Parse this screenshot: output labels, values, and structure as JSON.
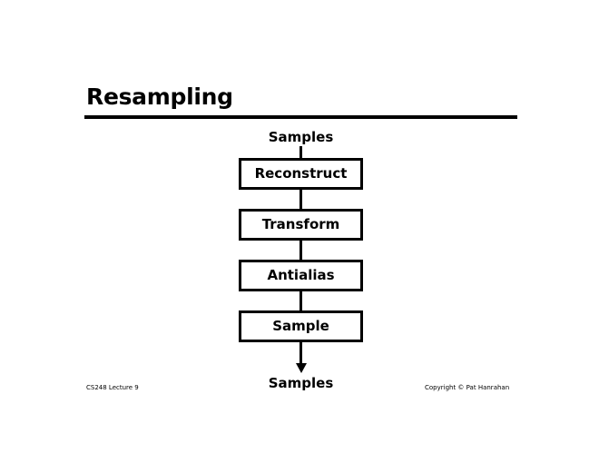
{
  "slide": {
    "title": "Resampling",
    "accent_color": "#000000",
    "background_color": "#ffffff"
  },
  "diagram": {
    "type": "vertical-flow",
    "input_label": "Samples",
    "output_label": "Samples",
    "stages": [
      {
        "label": "Reconstruct"
      },
      {
        "label": "Transform"
      },
      {
        "label": "Antialias"
      },
      {
        "label": "Sample"
      }
    ]
  },
  "footer": {
    "left": "CS248 Lecture 9",
    "right": "Copyright © Pat Hanrahan"
  }
}
